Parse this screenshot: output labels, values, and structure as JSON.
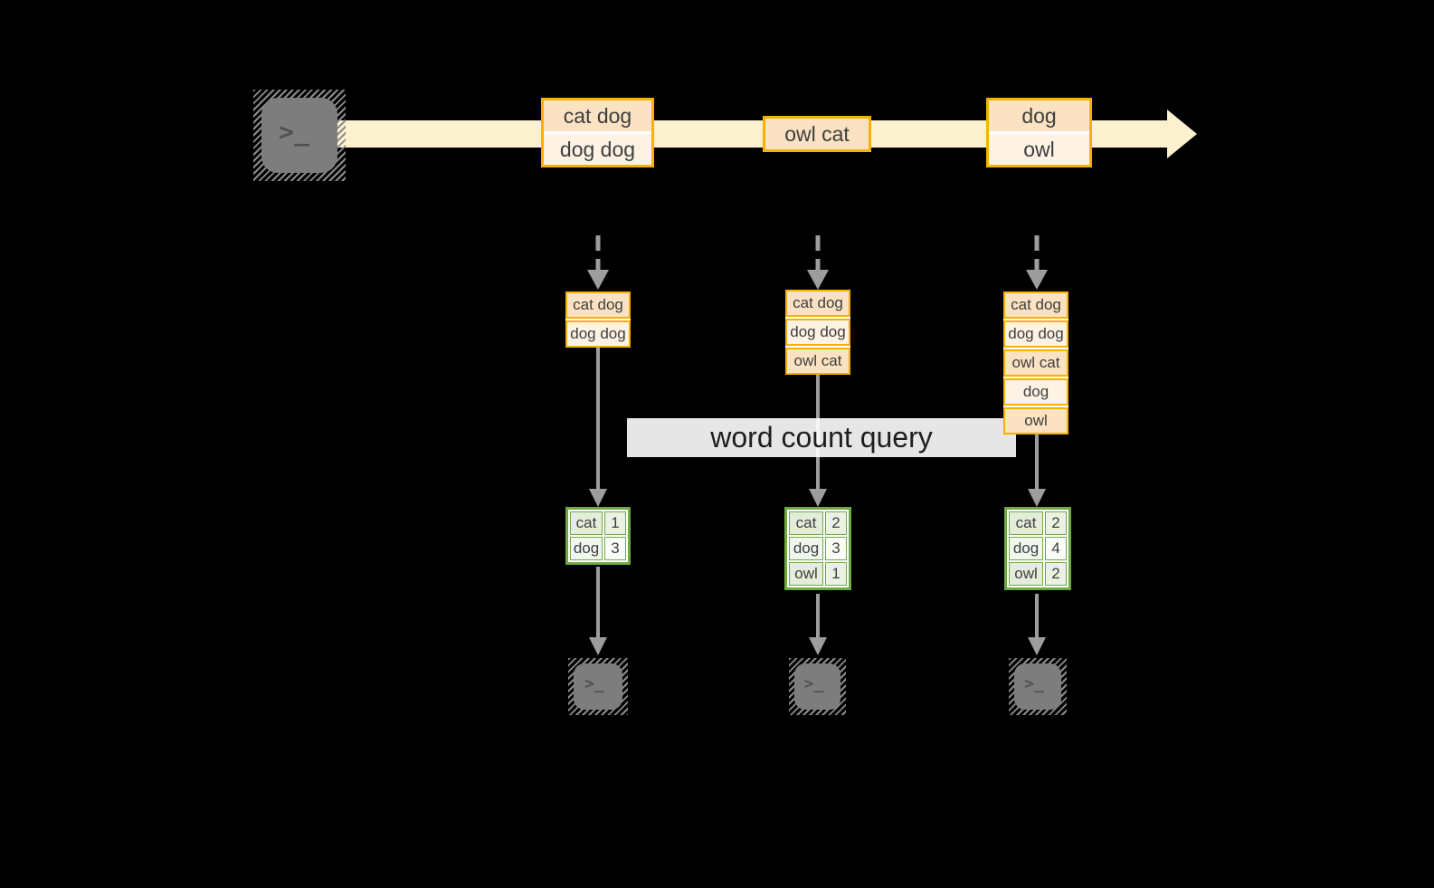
{
  "colors": {
    "background": "#000000",
    "stream_cream": "#FBF1CE",
    "orange_border": "#F5B203",
    "peach_dark": "#FAE2C2",
    "peach_light": "#FDF2E3",
    "green_border": "#6FA943",
    "green_fill_dark": "#E3EDDA",
    "green_fill_light": "#F2F7ED",
    "arrow_gray": "#9D9D9D",
    "terminal_gray": "#7D7D7D"
  },
  "source": {
    "prompt": ">_"
  },
  "stream": {
    "events": [
      {
        "cells": [
          "cat dog",
          "dog dog"
        ]
      },
      {
        "cells": [
          "owl cat"
        ]
      },
      {
        "cells": [
          "dog",
          "owl"
        ]
      }
    ]
  },
  "query": {
    "label": "word count query"
  },
  "columns": [
    {
      "buffer": [
        "cat dog",
        "dog dog"
      ],
      "counts": [
        {
          "word": "cat",
          "count": "1"
        },
        {
          "word": "dog",
          "count": "3"
        }
      ],
      "prompt": ">_"
    },
    {
      "buffer": [
        "cat dog",
        "dog dog",
        "owl cat"
      ],
      "counts": [
        {
          "word": "cat",
          "count": "2"
        },
        {
          "word": "dog",
          "count": "3"
        },
        {
          "word": "owl",
          "count": "1"
        }
      ],
      "prompt": ">_"
    },
    {
      "buffer": [
        "cat dog",
        "dog dog",
        "owl cat",
        "dog",
        "owl"
      ],
      "counts": [
        {
          "word": "cat",
          "count": "2"
        },
        {
          "word": "dog",
          "count": "4"
        },
        {
          "word": "owl",
          "count": "2"
        }
      ],
      "prompt": ">_"
    }
  ]
}
